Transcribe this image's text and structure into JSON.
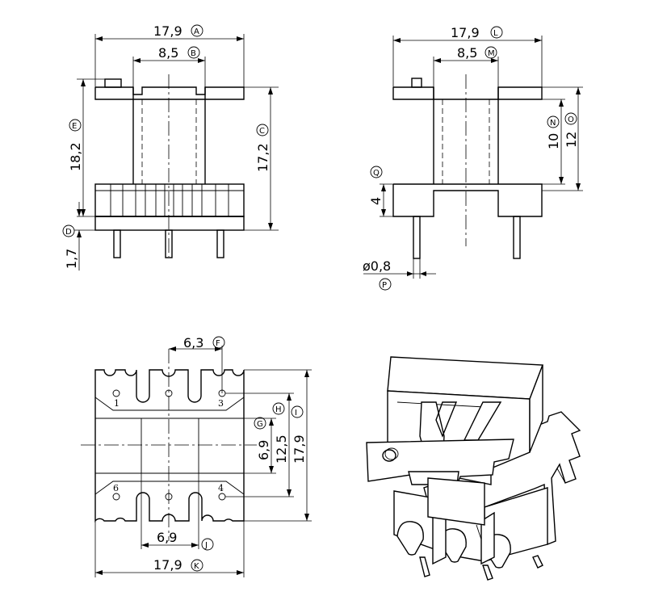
{
  "dims": {
    "A": {
      "value": "17,9",
      "tag": "A"
    },
    "B": {
      "value": "8,5",
      "tag": "B"
    },
    "C": {
      "value": "17,2",
      "tag": "C"
    },
    "D": {
      "value": "1,7",
      "tag": "D"
    },
    "E": {
      "value": "18,2",
      "tag": "E"
    },
    "F": {
      "value": "6,3",
      "tag": "F"
    },
    "G": {
      "value": "6,9",
      "tag": "G"
    },
    "H": {
      "value": "12,5",
      "tag": "H"
    },
    "I": {
      "value": "17,9",
      "tag": "I"
    },
    "J": {
      "value": "6,9",
      "tag": "J"
    },
    "K": {
      "value": "17,9",
      "tag": "K"
    },
    "L": {
      "value": "17,9",
      "tag": "L"
    },
    "M": {
      "value": "8,5",
      "tag": "M"
    },
    "N": {
      "value": "10",
      "tag": "N"
    },
    "O": {
      "value": "12",
      "tag": "O"
    },
    "P": {
      "value": "ø0,8",
      "tag": "P"
    },
    "Q": {
      "value": "4",
      "tag": "Q"
    }
  },
  "pins": {
    "p1": "1",
    "p3": "3",
    "p4": "4",
    "p6": "6"
  }
}
